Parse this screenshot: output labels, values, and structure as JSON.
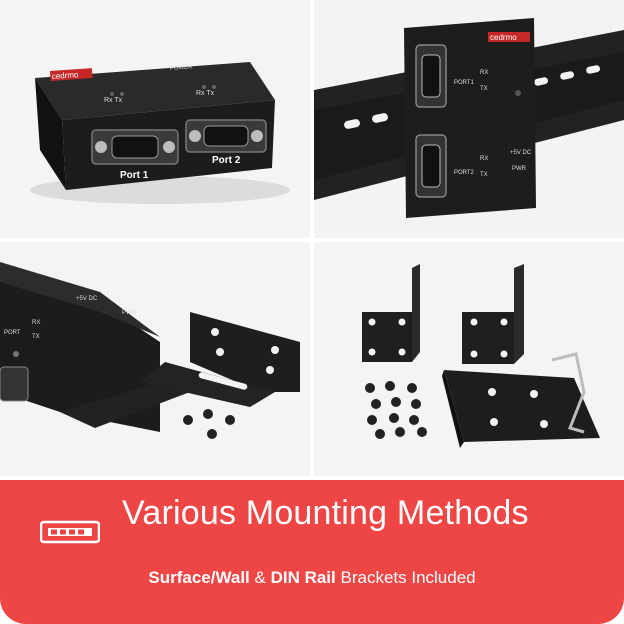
{
  "banner": {
    "icon": "serial-hub-icon",
    "headline": "Various Mounting Methods",
    "subline_bold_1": "Surface/Wall",
    "subline_amp": " & ",
    "subline_bold_2": "DIN Rail",
    "subline_rest": " Brackets Included",
    "background_color": "#ee4545",
    "text_color": "#ffffff"
  },
  "panel_surface": {
    "brand": "cedrmo",
    "power_label": "POWER",
    "rx_tx_1": "Rx Tx",
    "rx_tx_2": "Rx Tx",
    "port1": "Port 1",
    "port2": "Port 2"
  },
  "panel_din": {
    "brand": "cedrmo",
    "port1": "PORT1",
    "port2": "PORT2",
    "rx": "RX",
    "tx": "TX",
    "rx2": "RX",
    "tx2": "TX",
    "dc": "+5V DC",
    "pwr": "PWR"
  },
  "panel_side": {
    "port": "PORT",
    "rx": "RX",
    "tx": "TX",
    "dc": "+5V DC",
    "pwr": "PWR"
  }
}
